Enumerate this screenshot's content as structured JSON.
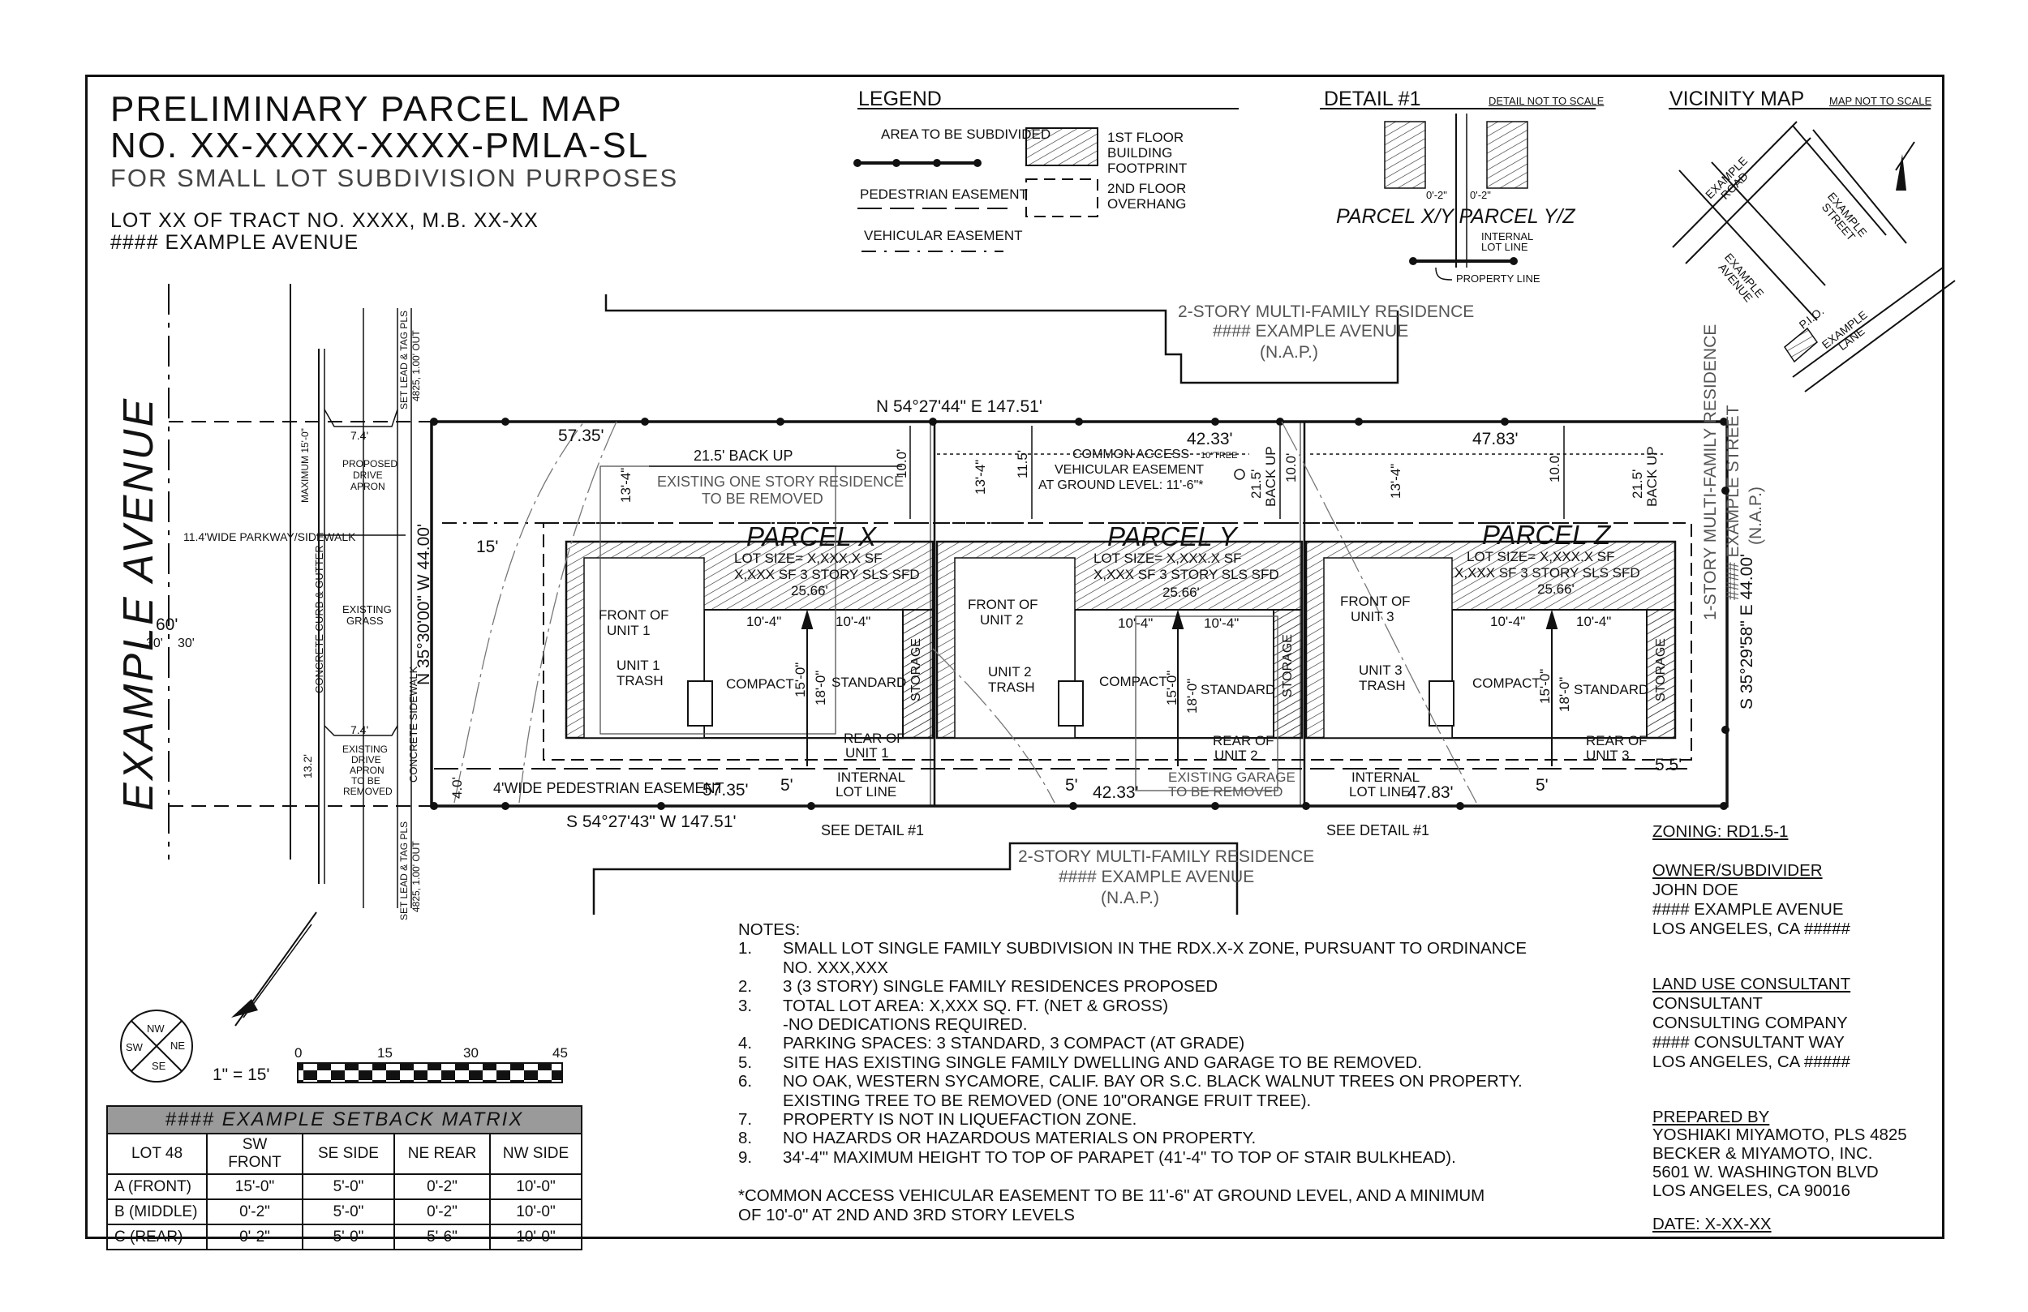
{
  "title": {
    "line1": "PRELIMINARY PARCEL MAP",
    "line2": "NO. XX-XXXX-XXXX-PMLA-SL",
    "line3": "FOR SMALL LOT SUBDIVISION PURPOSES",
    "line4": "LOT XX OF TRACT NO. XXXX, M.B. XX-XX",
    "line5": "#### EXAMPLE AVENUE"
  },
  "legend": {
    "heading": "LEGEND",
    "items": [
      "AREA TO BE SUBDIVIDED",
      "PEDESTRIAN EASEMENT",
      "VEHICULAR EASEMENT",
      "1ST FLOOR BUILDING FOOTPRINT",
      "2ND FLOOR OVERHANG"
    ]
  },
  "detail": {
    "heading": "DETAIL #1",
    "note": "DETAIL NOT TO SCALE",
    "dims": [
      "0'-2\"",
      "0'-2\""
    ],
    "parcels": "PARCEL X/Y  PARCEL Y/Z",
    "internal": [
      "INTERNAL",
      "LOT LINE"
    ],
    "property_line": "PROPERTY LINE"
  },
  "vicinity": {
    "heading": "VICINITY MAP",
    "note": "MAP NOT TO SCALE",
    "roads": [
      "EXAMPLE ROAD",
      "EXAMPLE STREET",
      "EXAMPLE AVENUE",
      "EXAMPLE LANE"
    ],
    "pio": "P.I.O."
  },
  "neighbors": {
    "top": [
      "2-STORY MULTI-FAMILY RESIDENCE",
      "#### EXAMPLE AVENUE",
      "(N.A.P.)"
    ],
    "bottom": [
      "2-STORY MULTI-FAMILY RESIDENCE",
      "#### EXAMPLE AVENUE",
      "(N.A.P.)"
    ],
    "right": [
      "1-STORY MULTI-FAMILY RESIDENCE",
      "#### EXAMPLE STREET",
      "(N.A.P.)"
    ]
  },
  "street": {
    "name": "EXAMPLE AVENUE",
    "width": "60'",
    "half": [
      "30'",
      "30'"
    ],
    "parkway": "11.4'WIDE PARKWAY/SIDEWALK",
    "curb": "CONCRETE CURB & GUTTER",
    "sidewalk": "CONCRETE SIDEWALK",
    "grass": [
      "EXISTING",
      "GRASS"
    ],
    "apron_new": [
      "PROPOSED",
      "DRIVE",
      "APRON"
    ],
    "apron_old": [
      "EXISTING",
      "DRIVE",
      "APRON",
      "TO BE",
      "REMOVED"
    ],
    "max": "MAXIMUM 15'-0\"",
    "w74": [
      "7.4'",
      "7.4'"
    ],
    "d132": "13.2'",
    "tag": [
      "SET LEAD & TAG PLS",
      "4825, 1.00' OUT"
    ]
  },
  "bearings": {
    "north": "N 54°27'44\" E  147.51'",
    "south": "S 54°27'43\" W  147.51'",
    "west": "N 35°30'00\" W  44.00'",
    "east": "S 35°29'58\" E  44.00'"
  },
  "site": {
    "dims_top": [
      "57.35'",
      "42.33'",
      "47.83'"
    ],
    "dims_bottom": [
      "57.35'",
      "42.33'",
      "47.83'"
    ],
    "backup": "21.5' BACK UP",
    "backup_v": [
      "21.5'",
      "BACK UP"
    ],
    "h10": "10.0'",
    "h115": "11.5'",
    "h134": "13'-4\"",
    "w15": "15'",
    "w5": "5'",
    "w40": "4.0'",
    "w55": "5.5'",
    "easement": [
      "COMMON ACCESS",
      "VEHICULAR EASEMENT",
      "AT GROUND LEVEL: 11'-6\"*"
    ],
    "tree": "10\"TREE",
    "ped": "4'WIDE PEDESTRIAN EASEMENT",
    "existing_res": [
      "EXISTING ONE STORY RESIDENCE",
      "TO BE REMOVED"
    ],
    "existing_garage": [
      "EXISTING GARAGE",
      "TO BE REMOVED"
    ],
    "see_detail": "SEE DETAIL #1",
    "internal": [
      "INTERNAL",
      "LOT LINE"
    ]
  },
  "parcels": [
    {
      "name": "PARCEL X",
      "lot": "LOT SIZE= X,XXX.X SF",
      "bldg": "X,XXX SF 3 STORY SLS SFD",
      "w": "25.66'",
      "front": [
        "FRONT OF",
        "UNIT 1"
      ],
      "trash": [
        "UNIT 1",
        "TRASH"
      ],
      "rear": [
        "REAR OF",
        "UNIT 1"
      ]
    },
    {
      "name": "PARCEL Y",
      "lot": "LOT SIZE= X,XXX.X SF",
      "bldg": "X,XXX SF 3 STORY SLS SFD",
      "w": "25.66'",
      "front": [
        "FRONT OF",
        "UNIT 2"
      ],
      "trash": [
        "UNIT 2",
        "TRASH"
      ],
      "rear": [
        "REAR OF",
        "UNIT 2"
      ]
    },
    {
      "name": "PARCEL Z",
      "lot": "LOT SIZE= X,XXX.X SF",
      "bldg": "X,XXX SF 3 STORY SLS SFD",
      "w": "25.66'",
      "front": [
        "FRONT OF",
        "UNIT 3"
      ],
      "trash": [
        "UNIT 3",
        "TRASH"
      ],
      "rear": [
        "REAR OF",
        "UNIT 3"
      ]
    }
  ],
  "garage": {
    "compact": "COMPACT",
    "standard": "STANDARD",
    "storage": "STORAGE",
    "w1": "10'-4\"",
    "w2": "10'-4\"",
    "d1": "15'-0\"",
    "d2": "18'-0\""
  },
  "scale": {
    "label": "1\" = 15'",
    "ticks": [
      "0",
      "15",
      "30",
      "45"
    ],
    "compass": [
      "NW",
      "NE",
      "SW",
      "SE"
    ]
  },
  "matrix": {
    "title": "#### EXAMPLE SETBACK MATRIX",
    "headers": [
      "LOT 48",
      "SW FRONT",
      "SE SIDE",
      "NE REAR",
      "NW SIDE"
    ],
    "rows": [
      [
        "A (FRONT)",
        "15'-0\"",
        "5'-0\"",
        "0'-2\"",
        "10'-0\""
      ],
      [
        "B (MIDDLE)",
        "0'-2\"",
        "5'-0\"",
        "0'-2\"",
        "10'-0\""
      ],
      [
        "C (REAR)",
        "0'-2\"",
        "5'-0\"",
        "5'-6\"",
        "10'-0\""
      ]
    ]
  },
  "notes": {
    "heading": "NOTES:",
    "items": [
      [
        "1.",
        "SMALL LOT SINGLE FAMILY SUBDIVISION IN THE RDX.X-X ZONE, PURSUANT TO ORDINANCE"
      ],
      [
        "",
        "NO. XXX,XXX"
      ],
      [
        "2.",
        "3 (3 STORY) SINGLE FAMILY RESIDENCES PROPOSED"
      ],
      [
        "3.",
        "TOTAL LOT AREA: X,XXX SQ. FT. (NET & GROSS)"
      ],
      [
        "",
        "-NO DEDICATIONS REQUIRED."
      ],
      [
        "4.",
        "PARKING SPACES: 3 STANDARD, 3 COMPACT (AT GRADE)"
      ],
      [
        "5.",
        "SITE HAS EXISTING SINGLE FAMILY DWELLING AND GARAGE TO BE REMOVED."
      ],
      [
        "6.",
        "NO OAK, WESTERN SYCAMORE, CALIF. BAY OR S.C. BLACK WALNUT TREES ON PROPERTY."
      ],
      [
        "",
        "EXISTING TREE TO BE REMOVED (ONE 10\"ORANGE FRUIT TREE)."
      ],
      [
        "7.",
        "PROPERTY IS NOT IN LIQUEFACTION ZONE."
      ],
      [
        "8.",
        "NO HAZARDS OR HAZARDOUS MATERIALS ON PROPERTY."
      ],
      [
        "9.",
        "34'-4\"' MAXIMUM HEIGHT TO TOP OF PARAPET (41'-4\" TO TOP OF STAIR BULKHEAD)."
      ]
    ],
    "footnote1": "*COMMON ACCESS VEHICULAR EASEMENT TO BE 11'-6\" AT GROUND LEVEL, AND A MINIMUM",
    "footnote2": "OF 10'-0\" AT 2ND AND 3RD STORY LEVELS"
  },
  "info": {
    "zoning": "ZONING: RD1.5-1",
    "owner_h": "OWNER/SUBDIVIDER",
    "owner": [
      "JOHN DOE",
      "#### EXAMPLE AVENUE",
      "LOS ANGELES, CA #####"
    ],
    "consultant_h": "LAND USE CONSULTANT",
    "consultant": [
      "CONSULTANT",
      "CONSULTING COMPANY",
      "#### CONSULTANT WAY",
      "LOS ANGELES, CA #####"
    ],
    "prepared_h": "PREPARED BY",
    "prepared": [
      "YOSHIAKI MIYAMOTO, PLS 4825",
      "BECKER & MIYAMOTO, INC.",
      "5601 W. WASHINGTON BLVD",
      "LOS ANGELES, CA 90016"
    ],
    "date": "DATE: X-XX-XX"
  }
}
